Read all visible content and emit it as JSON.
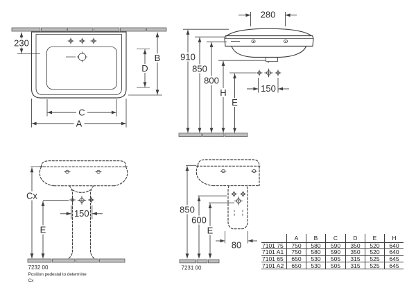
{
  "title": "Washbasin with pedestal technical drawing",
  "colors": {
    "line": "#3f3f3f",
    "text": "#2e2e2e",
    "wall_fill": "#bdbdbd",
    "background": "#ffffff"
  },
  "views": {
    "top": {
      "wall_offset": "230",
      "depth_total": "B",
      "depth_inner": "D",
      "width_inner": "C",
      "width_total": "A"
    },
    "side": {
      "depth": "280",
      "h1": "910",
      "h2": "850",
      "h3": "800",
      "h4": "H",
      "h5": "E",
      "holes": "150"
    },
    "pedestal_front": {
      "h1": "Cx",
      "h2": "E",
      "holes": "150",
      "code": "7232 00",
      "note1": "Position pedestal to determine",
      "note2": "Cx"
    },
    "pedestal_side": {
      "h1": "850",
      "h2": "600",
      "h3": "E",
      "depth": "80",
      "code": "7231 00"
    }
  },
  "table": {
    "columns": [
      "A",
      "B",
      "C",
      "D",
      "E",
      "H"
    ],
    "rows": [
      {
        "model": "7101 75",
        "A": "750",
        "B": "580",
        "C": "590",
        "D": "350",
        "E": "520",
        "H": "640"
      },
      {
        "model": "7101 A1",
        "A": "750",
        "B": "580",
        "C": "590",
        "D": "350",
        "E": "520",
        "H": "640"
      },
      {
        "model": "7101 65",
        "A": "650",
        "B": "530",
        "C": "505",
        "D": "315",
        "E": "525",
        "H": "645"
      },
      {
        "model": "7101 A2",
        "A": "650",
        "B": "530",
        "C": "505",
        "D": "315",
        "E": "525",
        "H": "645"
      }
    ]
  }
}
